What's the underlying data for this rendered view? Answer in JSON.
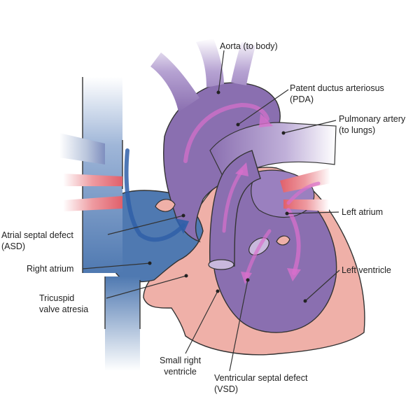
{
  "labels": {
    "aorta": "Aorta (to body)",
    "pda_1": "Patent ductus arteriosus",
    "pda_2": "(PDA)",
    "pulmonary_1": "Pulmonary artery",
    "pulmonary_2": "(to lungs)",
    "left_atrium": "Left atrium",
    "left_ventricle": "Left ventricle",
    "asd_1": "Atrial septal defect",
    "asd_2": "(ASD)",
    "right_atrium": "Right atrium",
    "tricuspid_1": "Tricuspid",
    "tricuspid_2": "valve atresia",
    "small_rv_1": "Small right",
    "small_rv_2": "ventricle",
    "vsd_1": "Ventricular septal defect",
    "vsd_2": "(VSD)"
  },
  "colors": {
    "vessel_purple": "#8a6fb0",
    "vessel_purple_light": "#c9b8dd",
    "blue_blood": "#4f79b1",
    "red_vessel": "#e0606b",
    "pink_tissue": "#efb0a8",
    "arrow_pink": "#d86fcc",
    "arrow_blue": "#2f5fa8",
    "outline": "#333333"
  }
}
